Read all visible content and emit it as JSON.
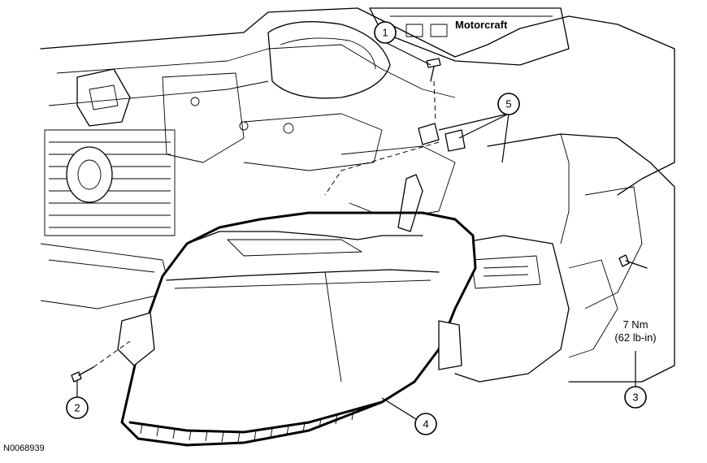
{
  "figure_id": "N0068939",
  "callouts": [
    {
      "number": "1"
    },
    {
      "number": "2"
    },
    {
      "number": "3"
    },
    {
      "number": "4"
    },
    {
      "number": "5"
    }
  ],
  "torque_spec": {
    "line1": "7 Nm",
    "line2": "(62 lb-in)"
  },
  "background_text": "Motorcraft"
}
